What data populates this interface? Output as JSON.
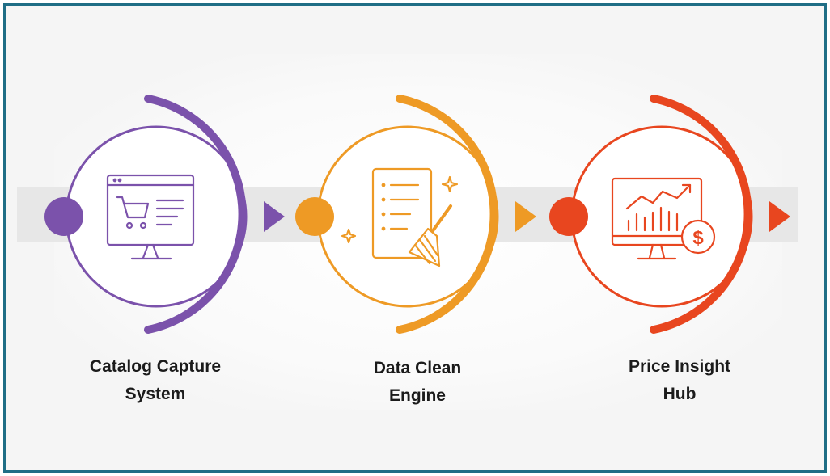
{
  "colors": {
    "frame": "#1f6e86",
    "band": "#e7e7e7",
    "purple": "#7b52ab",
    "orange": "#ee9a25",
    "red": "#e8461f"
  },
  "steps": [
    {
      "title_line1": "Catalog Capture",
      "title_line2": "System",
      "color": "#7b52ab",
      "icon": "shopping-cart-monitor-icon"
    },
    {
      "title_line1": "Data Clean",
      "title_line2": "Engine",
      "color": "#ee9a25",
      "icon": "checklist-broom-icon"
    },
    {
      "title_line1": "Price Insight",
      "title_line2": "Hub",
      "color": "#e8461f",
      "icon": "growth-chart-dollar-icon"
    }
  ]
}
